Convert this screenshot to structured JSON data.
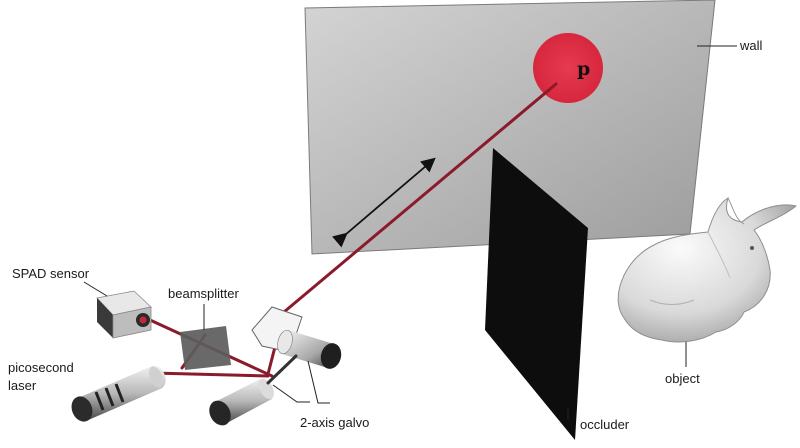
{
  "labels": {
    "wall": "wall",
    "point": "p",
    "sensor": "SPAD sensor",
    "beamsplitter": "beamsplitter",
    "laser_line1": "picosecond",
    "laser_line2": "laser",
    "galvo": "2-axis galvo",
    "occluder": "occluder",
    "object": "object"
  },
  "colors": {
    "laser_beam": "#8b1a2a",
    "spot": "#e0233b",
    "wall_light": "#d0d0d0",
    "wall_dark": "#9a9a9a",
    "occluder": "#0d0d0d",
    "splitter": "#5c5c5c"
  }
}
